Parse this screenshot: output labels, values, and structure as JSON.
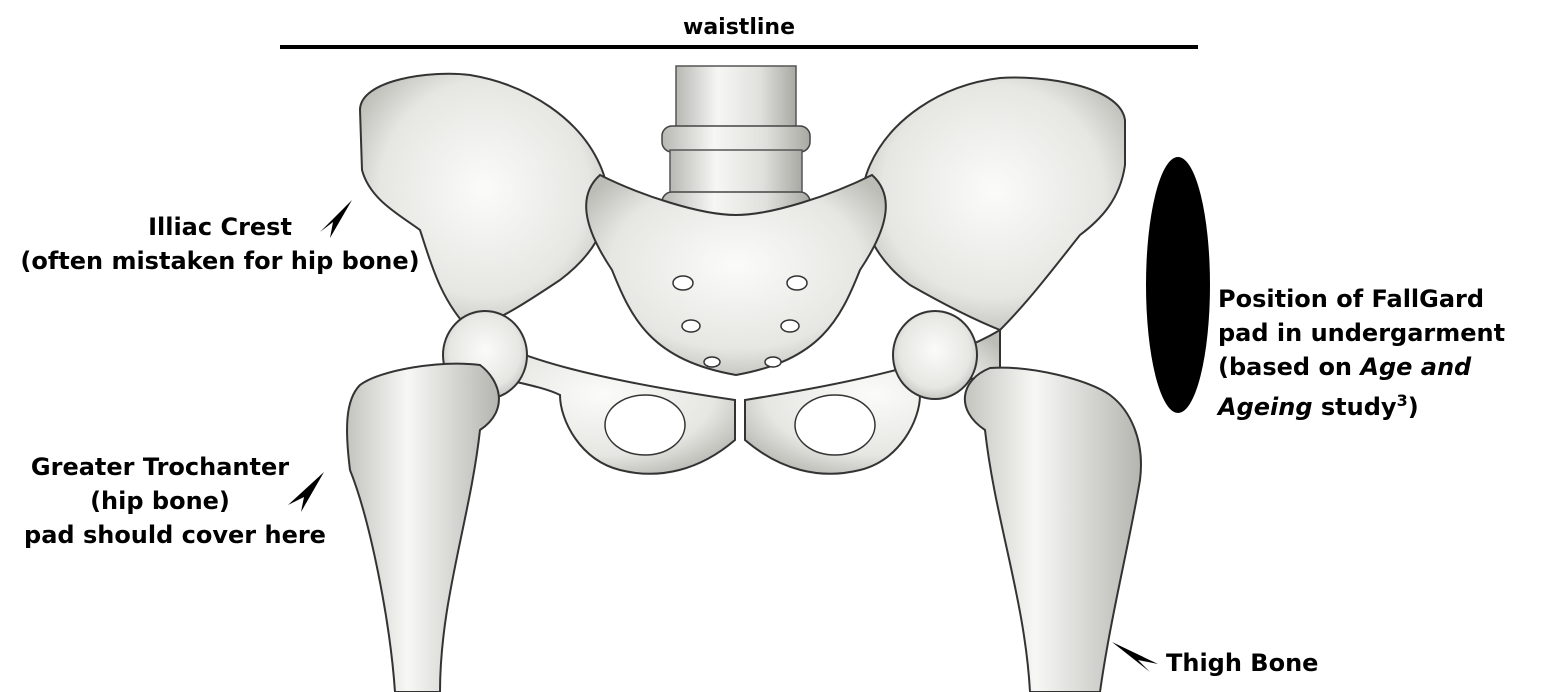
{
  "waistline": {
    "label": "waistline"
  },
  "labels": {
    "illiac_crest": {
      "line1": "Illiac Crest",
      "line2": "(often mistaken for hip bone)"
    },
    "greater_trochanter": {
      "line1": "Greater Trochanter",
      "line2": "(hip bone)",
      "line3": "pad should cover here"
    },
    "pad_position": {
      "line1": "Position of FallGard",
      "line2": "pad in undergarment",
      "line3_prefix": "(based on ",
      "line3_italic": "Age and",
      "line4_italic": "Ageing",
      "line4_suffix": " study",
      "line4_sup": "3",
      "line4_close": ")"
    },
    "thigh_bone": {
      "line1": "Thigh Bone"
    }
  },
  "colors": {
    "ink": "#000000",
    "bone": "#f2f2f0",
    "bone_shade": "#c9c9c5",
    "pad": "#000000"
  }
}
